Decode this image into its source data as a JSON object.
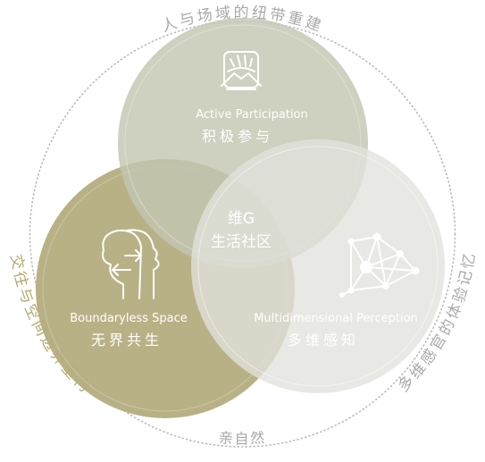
{
  "arc_texts": {
    "top": "人与场域的纽带重建",
    "left": "交往与空间边界重构",
    "right": "多维感官的体验记忆",
    "bottom": "亲自然"
  },
  "circles": {
    "top": {
      "title_en": "Active Participation",
      "title_cn": "积极参与",
      "icon": "hands-together-icon",
      "color": "#c9ccb9"
    },
    "left": {
      "title_en": "Boundaryless Space",
      "title_cn": "无界共生",
      "icon": "two-heads-exchange-icon",
      "color": "#b5ad7f"
    },
    "right": {
      "title_en": "Multidimensional Perception",
      "title_cn": "多维感知",
      "icon": "network-nodes-icon",
      "color": "#e8e8e4"
    }
  },
  "center": {
    "line1": "维G",
    "line2": "生活社区"
  },
  "colors": {
    "arc_text": "#a9a9a9",
    "ring_dots": "#b8b8b8",
    "white_text": "#ffffff"
  }
}
